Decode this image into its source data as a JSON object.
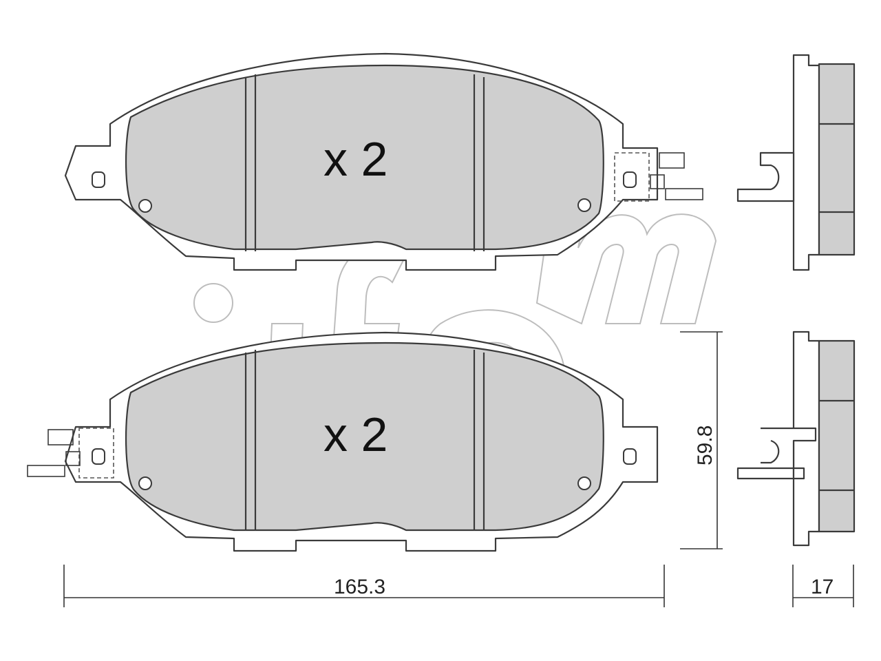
{
  "top_view": {
    "quantity_label": "x 2"
  },
  "bottom_view": {
    "quantity_label": "x 2"
  },
  "dimensions": {
    "width": "165.3",
    "height": "59.8",
    "thickness": "17"
  },
  "watermark": {
    "text": "cifam"
  }
}
